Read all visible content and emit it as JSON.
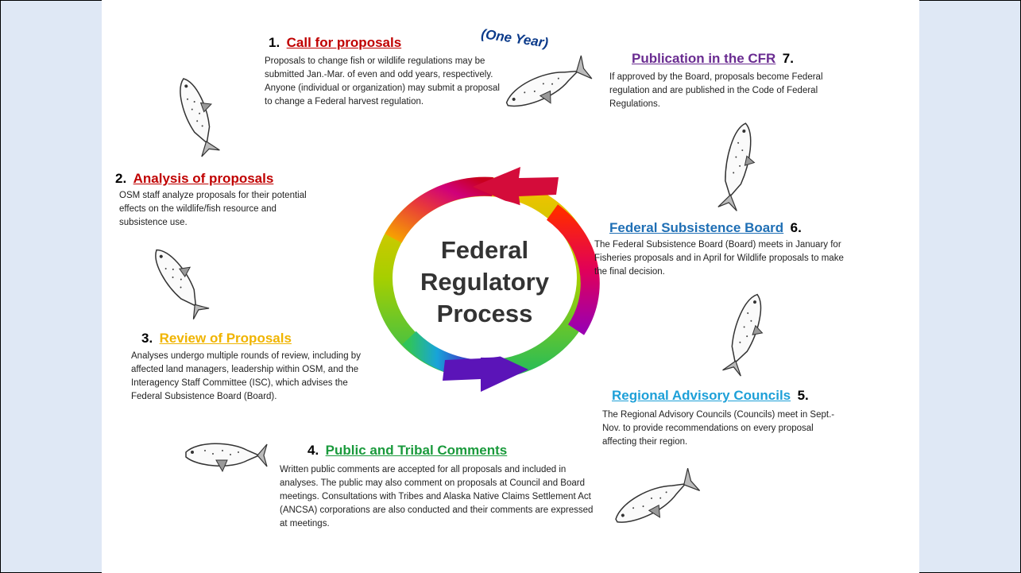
{
  "colors": {
    "call": "#c00000",
    "analysis": "#c00000",
    "review": "#f0b400",
    "public": "#1a9a3c",
    "regional": "#1ea0d8",
    "board": "#1f6fb5",
    "publication": "#6a2c91",
    "oneyear": "#0b3a8a"
  },
  "center": {
    "line1": "Federal",
    "line2": "Regulatory",
    "line3": "Process"
  },
  "one_year": "(One Year)",
  "steps": [
    {
      "num": "1.",
      "title": "Call for proposals",
      "body": "Proposals to change fish or wildlife regulations may be submitted Jan.-Mar. of even and odd years, respectively.  Anyone (individual or organization)  may submit a proposal to change a Federal harvest regulation."
    },
    {
      "num": "2.",
      "title": "Analysis of proposals",
      "body": "OSM staff analyze proposals for their potential effects on the wildlife/fish resource and subsistence use."
    },
    {
      "num": "3.",
      "title": "Review of Proposals",
      "body": "Analyses undergo multiple rounds of review, including by affected land managers, leadership within OSM, and the Interagency Staff Committee (ISC), which advises the Federal Subsistence Board (Board)."
    },
    {
      "num": "4.",
      "title": "Public and Tribal Comments",
      "body": "Written public comments are accepted for all proposals and included in analyses.  The public may also comment  on proposals at Council and Board meetings.  Consultations with Tribes and Alaska Native Claims Settlement Act (ANCSA) corporations are also conducted and their comments  are expressed at meetings."
    },
    {
      "num": "5.",
      "title": "Regional Advisory Councils",
      "body": "The Regional Advisory Councils (Councils) meet in Sept.-Nov. to provide recommendations on every proposal affecting their region."
    },
    {
      "num": "6.",
      "title": "Federal Subsistence Board",
      "body": "The Federal Subsistence Board (Board) meets in January for Fisheries proposals and in April for Wildlife proposals to make the final decision."
    },
    {
      "num": "7.",
      "title": "Publication in the CFR",
      "body": "If approved by the Board, proposals become Federal regulation and are published in the Code of Federal Regulations."
    }
  ]
}
